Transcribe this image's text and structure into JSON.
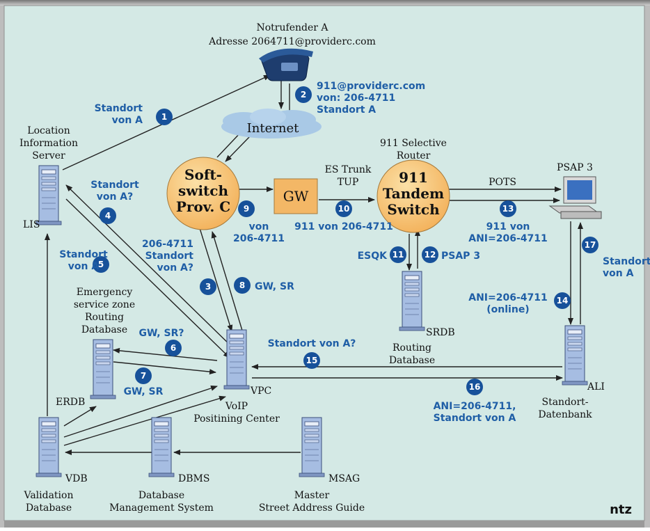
{
  "nodes": {
    "notrufender": {
      "title": "Notrufender A",
      "address": "Adresse 2064711@providerc.com"
    },
    "internet": "Internet",
    "lis": {
      "line1": "Location",
      "line2": "Information",
      "line3": "Server",
      "code": "LIS"
    },
    "softswitch": {
      "line1": "Soft-",
      "line2": "switch",
      "line3": "Prov. C"
    },
    "gw": "GW",
    "es_trunk": {
      "line1": "ES Trunk",
      "line2": "TUP"
    },
    "selective_router": {
      "line1": "911 Selective",
      "line2": "Router"
    },
    "tandem": {
      "line1": "911",
      "line2": "Tandem",
      "line3": "Switch"
    },
    "pots": "POTS",
    "psap": "PSAP 3",
    "erdb": {
      "line1": "Emergency",
      "line2": "service zone",
      "line3": "Routing",
      "line4": "Database",
      "code": "ERDB"
    },
    "vpc": {
      "code": "VPC",
      "line1": "VoIP",
      "line2": "Positining Center"
    },
    "srdb": {
      "code": "SRDB",
      "line1": "Routing",
      "line2": "Database"
    },
    "ali": {
      "code": "ALI",
      "line1": "Standort-",
      "line2": "Datenbank"
    },
    "vdb": {
      "code": "VDB",
      "line1": "Validation",
      "line2": "Database"
    },
    "dbms": {
      "code": "DBMS",
      "line1": "Database",
      "line2": "Management System"
    },
    "msag": {
      "code": "MSAG",
      "line1": "Master",
      "line2": "Street Address Guide"
    }
  },
  "steps": [
    {
      "n": "1",
      "lines": [
        "Standort",
        "von A"
      ]
    },
    {
      "n": "2",
      "lines": [
        "911@providerc.com",
        "von: 206-4711",
        "Standort A"
      ]
    },
    {
      "n": "3",
      "lines": [
        "206-4711",
        "Standort",
        "von A?"
      ]
    },
    {
      "n": "4",
      "lines": [
        "Standort",
        "von A?"
      ]
    },
    {
      "n": "5",
      "lines": [
        "Standort",
        "von A"
      ]
    },
    {
      "n": "6",
      "lines": [
        "GW, SR?"
      ]
    },
    {
      "n": "7",
      "lines": [
        "GW, SR"
      ]
    },
    {
      "n": "8",
      "lines": [
        "GW, SR"
      ]
    },
    {
      "n": "9",
      "lines": [
        "von",
        "206-4711"
      ]
    },
    {
      "n": "10",
      "lines": [
        "911 von 206-4711"
      ]
    },
    {
      "n": "11",
      "lines": [
        "ESQK"
      ]
    },
    {
      "n": "12",
      "lines": [
        "PSAP 3"
      ]
    },
    {
      "n": "13",
      "lines": [
        "911 von",
        "ANI=206-4711"
      ]
    },
    {
      "n": "14",
      "lines": [
        "ANI=206-4711",
        "(online)"
      ]
    },
    {
      "n": "15",
      "lines": [
        "Standort von A?"
      ]
    },
    {
      "n": "16",
      "lines": [
        "ANI=206-4711,",
        "Standort von A"
      ]
    },
    {
      "n": "17",
      "lines": [
        "Standort",
        "von A"
      ]
    }
  ],
  "logo": "ntz",
  "colors": {
    "background": "#d2e8e4",
    "accent_blue": "#1f5ea6",
    "badge_blue": "#17519a",
    "switch_orange": "#f7c06a",
    "gw_orange": "#f3b766",
    "cloud": "#a9c9e6",
    "server": "#9fb8df"
  }
}
